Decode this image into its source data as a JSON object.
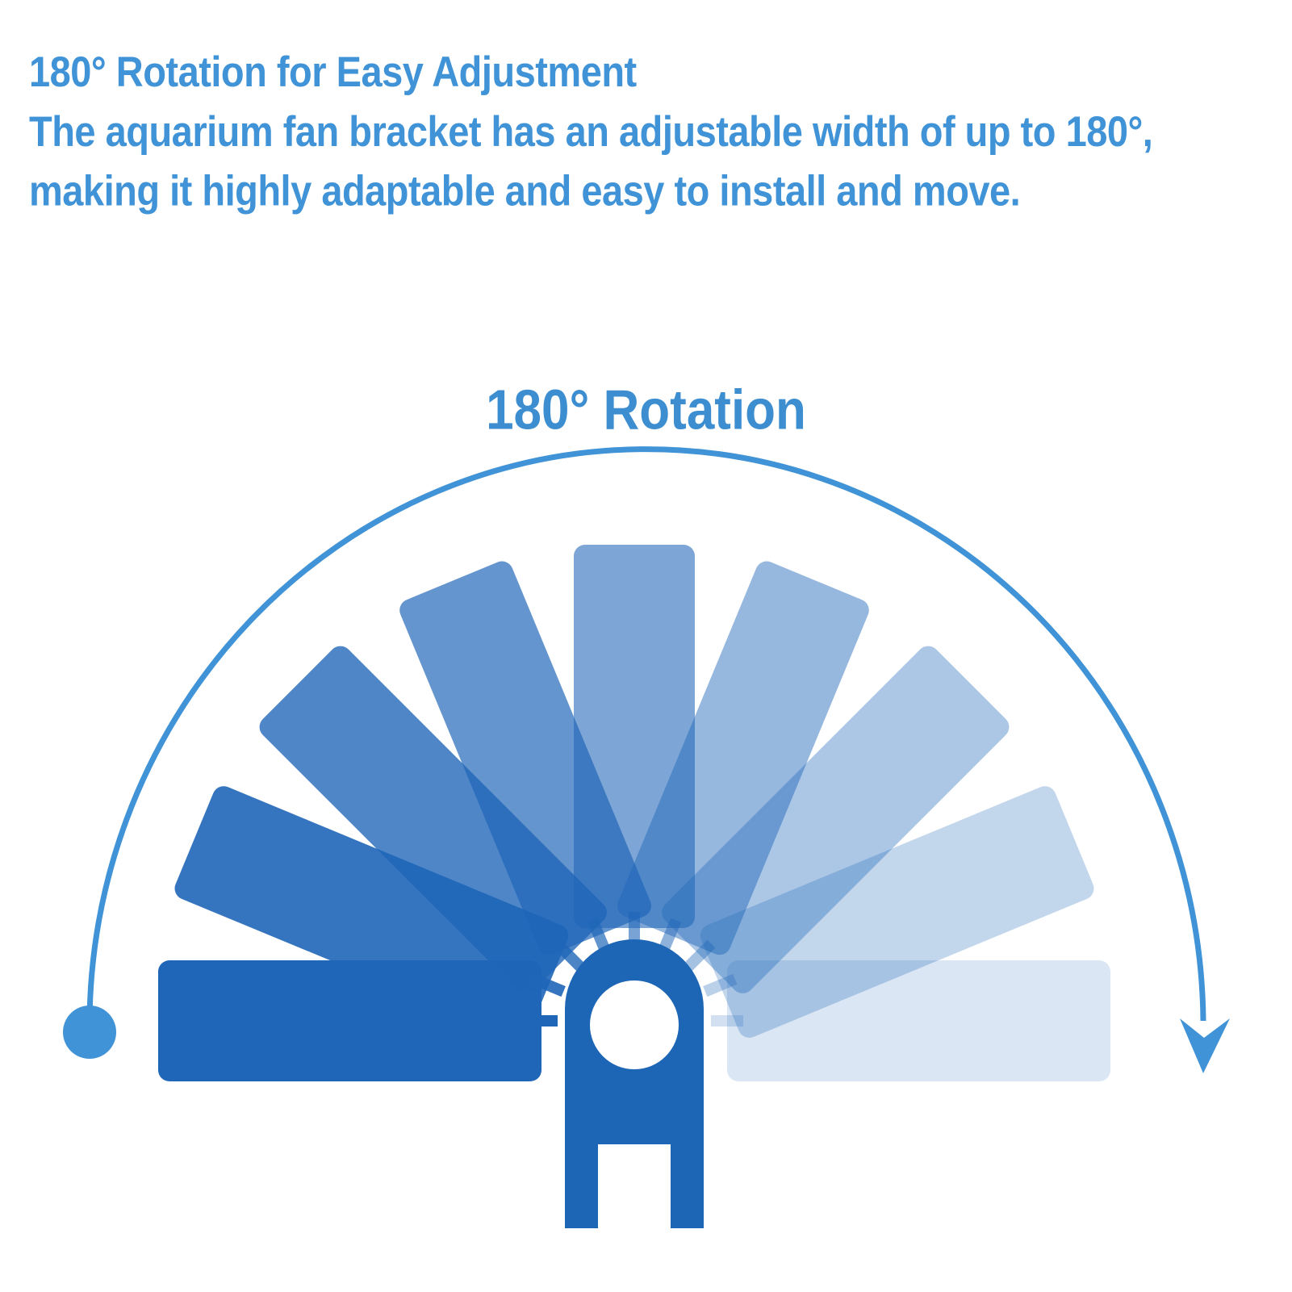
{
  "heading": {
    "title": "180° Rotation for Easy Adjustment",
    "line2": "The aquarium fan bracket has an adjustable width of up to 180°,",
    "line3": "making it highly adaptable and easy to install and move."
  },
  "diagram": {
    "label": "180° Rotation",
    "rotation_degrees": 180,
    "positions_shown": 9,
    "colors": {
      "text": "#3f93d6",
      "arc": "#3f93d6",
      "bracket": "#1d66b5",
      "panel": "#1f66b8"
    },
    "icons": [
      "start-dot-icon",
      "arrowhead-icon",
      "bracket-icon"
    ]
  }
}
